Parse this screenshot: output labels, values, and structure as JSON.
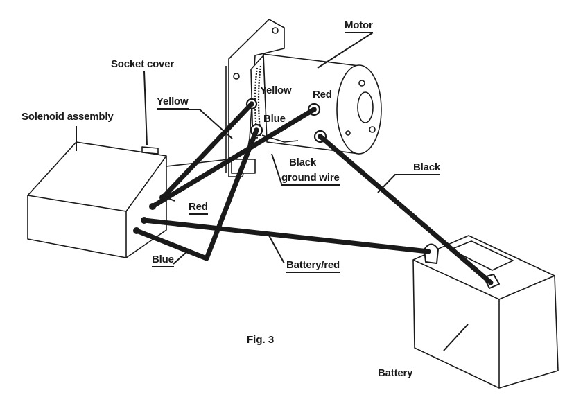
{
  "figure": {
    "caption": "Fig. 3",
    "labels": {
      "motor": "Motor",
      "socket_cover": "Socket cover",
      "yellow_left": "Yellow",
      "solenoid_assembly": "Solenoid assembly",
      "yellow_motor": "Yellow",
      "red_motor": "Red",
      "blue_motor": "Blue",
      "black_ground_line1": "Black",
      "black_ground_line2": "ground wire",
      "black_battery": "Black",
      "red_solenoid": "Red",
      "blue_solenoid": "Blue",
      "battery_red": "Battery/red",
      "battery": "Battery"
    },
    "colors": {
      "line": "#1a1a1a",
      "background": "#ffffff"
    }
  }
}
